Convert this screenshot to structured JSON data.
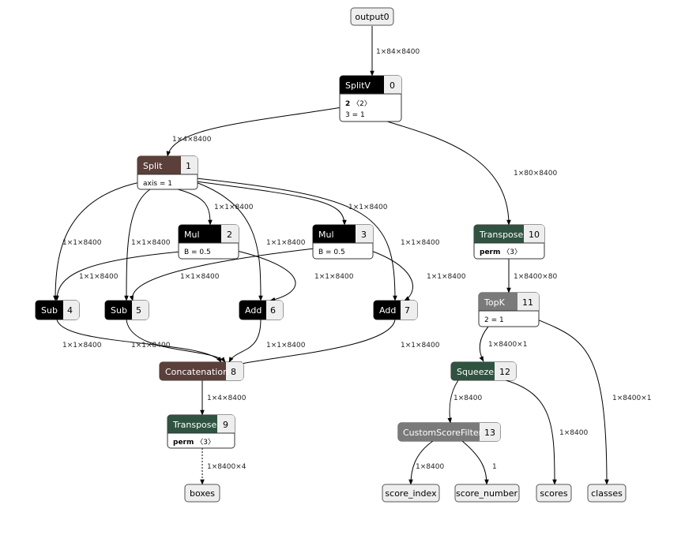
{
  "colors": {
    "black": "#000000",
    "layer_brown": "#5b3f3a",
    "layer_green": "#2f5340",
    "layer_gray": "#7a7a7a"
  },
  "inputs": {
    "output0": "output0"
  },
  "outputs": {
    "boxes": "boxes",
    "score_index": "score_index",
    "score_number": "score_number",
    "scores": "scores",
    "classes": "classes"
  },
  "nodes": {
    "splitv": {
      "op": "SplitV",
      "index": "0",
      "attr1_key": "2",
      "attr1_val": " 〈2〉",
      "attr2": "3 = 1"
    },
    "split": {
      "op": "Split",
      "index": "1",
      "attr": "axis = 1"
    },
    "mul2": {
      "op": "Mul",
      "index": "2",
      "attr": "B = 0.5"
    },
    "mul3": {
      "op": "Mul",
      "index": "3",
      "attr": "B = 0.5"
    },
    "sub4": {
      "op": "Sub",
      "index": "4"
    },
    "sub5": {
      "op": "Sub",
      "index": "5"
    },
    "add6": {
      "op": "Add",
      "index": "6"
    },
    "add7": {
      "op": "Add",
      "index": "7"
    },
    "concat": {
      "op": "Concatenation",
      "index": "8"
    },
    "transpose9": {
      "op": "Transpose",
      "index": "9",
      "attr_key": "perm",
      "attr_val": " 〈3〉"
    },
    "transpose10": {
      "op": "Transpose",
      "index": "10",
      "attr_key": "perm",
      "attr_val": " 〈3〉"
    },
    "topk": {
      "op": "TopK",
      "index": "11",
      "attr": "2 = 1"
    },
    "squeeze": {
      "op": "Squeeze",
      "index": "12"
    },
    "csf": {
      "op": "CustomScoreFilter",
      "index": "13"
    }
  },
  "edges": {
    "in_splitv": "1×84×8400",
    "splitv_split": "1×4×8400",
    "splitv_t10": "1×80×8400",
    "split_sub4": "1×1×8400",
    "split_sub5": "1×1×8400",
    "split_mul2": "1×1×8400",
    "split_add6": "1×1×8400",
    "split_mul3": "1×1×8400",
    "split_add7": "1×1×8400",
    "mul2_sub4": "1×1×8400",
    "mul3_sub5": "1×1×8400",
    "mul2_add6": "1×1×8400",
    "mul3_add7": "1×1×8400",
    "sub4_concat": "1×1×8400",
    "sub5_concat": "1×1×8400",
    "add6_concat": "1×1×8400",
    "add7_concat": "1×1×8400",
    "concat_t9": "1×4×8400",
    "t9_boxes": "1×8400×4",
    "t10_topk": "1×8400×80",
    "topk_squeeze": "1×8400×1",
    "topk_classes": "1×8400×1",
    "squeeze_csf": "1×8400",
    "squeeze_scores": "1×8400",
    "csf_index": "1×8400",
    "csf_number": "1"
  }
}
